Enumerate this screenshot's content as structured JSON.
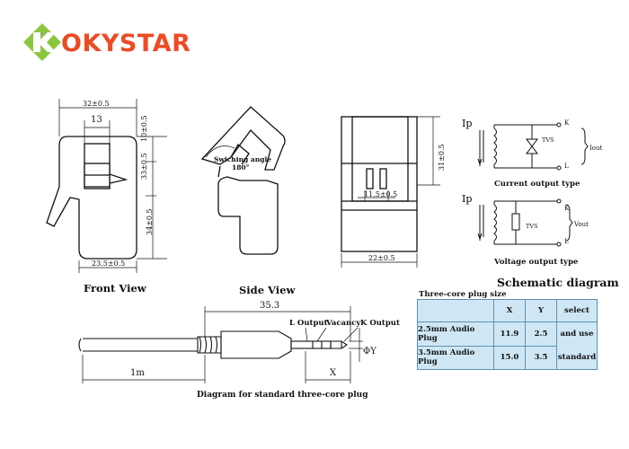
{
  "brand": {
    "name": "OKYSTAR",
    "text_color": "#ec4b24",
    "logo_green": "#8cc63f",
    "logo_gray": "#9a9a9a"
  },
  "front_view": {
    "title": "Front View",
    "dim_width": "32±0.5",
    "dim_window": "13",
    "dim_10": "10±0.5",
    "dim_33": "33±0.5",
    "dim_34": "34±0.5",
    "dim_bottom": "23.5±0.5"
  },
  "side_view": {
    "title": "Side View",
    "annotation_line1": "Swiching angle",
    "annotation_line2": "180°"
  },
  "third_view": {
    "dim_height": "31±0.5",
    "dim_pins": "11.5±0.5",
    "dim_width": "22±0.5"
  },
  "schematic": {
    "title": "Schematic diagram",
    "current_caption": "Current output type",
    "voltage_caption": "Voltage output type",
    "ip_label": "Ip",
    "tvs_label": "TVS",
    "k_label": "K",
    "l_label": "L",
    "iout_label": "Iout",
    "vout_label": "Vout"
  },
  "plug_table": {
    "caption": "Three-core plug size",
    "headers": [
      "",
      "X",
      "Y",
      "select"
    ],
    "rows": [
      {
        "name": "2.5mm Audio Plug",
        "x": "11.9",
        "y": "2.5"
      },
      {
        "name": "3.5mm Audio Plug",
        "x": "15.0",
        "y": "3.5"
      }
    ],
    "select_line1": "and use",
    "select_line2": "standard"
  },
  "plug_diagram": {
    "title": "Diagram for standard three-core plug",
    "dim_length": "35.3",
    "label_l": "L Output",
    "label_vacancy": "Vacancy",
    "label_k": "K Output",
    "dim_cable": "1m",
    "dim_x": "X",
    "dim_y": "ΦY"
  }
}
